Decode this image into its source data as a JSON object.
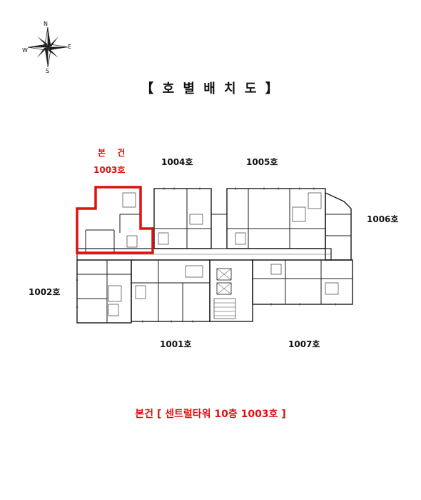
{
  "compass": {
    "n": "N",
    "e": "E",
    "s": "S",
    "w": "W"
  },
  "title": "【 호 별 배 치 도 】",
  "subject_unit": {
    "line1": "본 건",
    "line2": "1003호"
  },
  "units": {
    "u1004": "1004호",
    "u1005": "1005호",
    "u1006": "1006호",
    "u1002": "1002호",
    "u1001": "1001호",
    "u1007": "1007호"
  },
  "footer": "본건 [ 센트럴타워  10층  1003호 ]",
  "colors": {
    "highlight": "#e01010",
    "line": "#1a1a1a"
  }
}
